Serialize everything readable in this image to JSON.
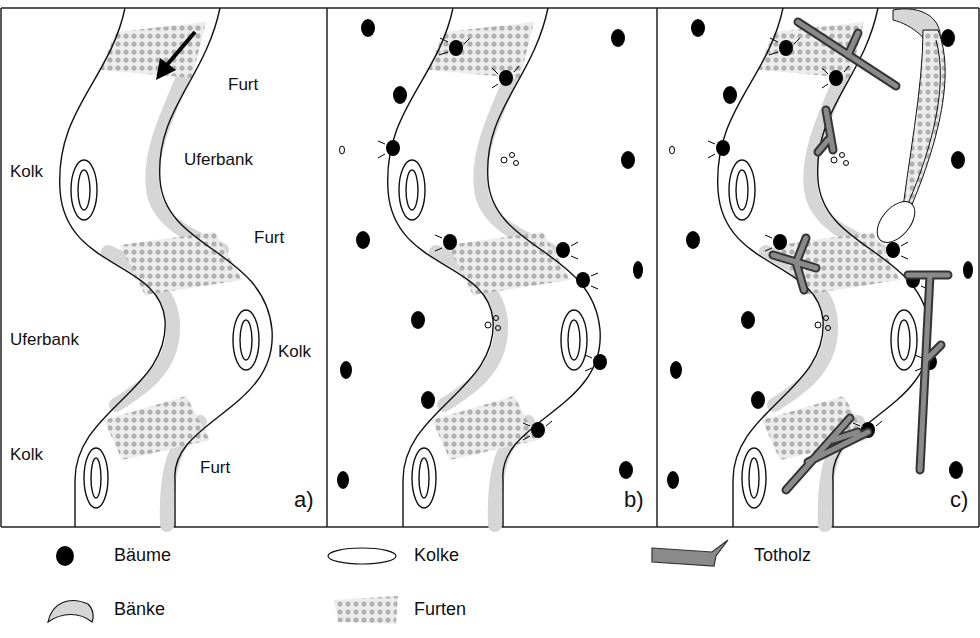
{
  "diagram": {
    "labels": [
      "Furt",
      "Kolk",
      "Uferbank",
      "Furt",
      "Uferbank",
      "Kolk",
      "Kolk",
      "Furt",
      "a)",
      "b)",
      "c)"
    ],
    "legend": [
      {
        "text": "Bäume"
      },
      {
        "text": "Kolke"
      },
      {
        "text": "Totholz"
      },
      {
        "text": "Bänke"
      },
      {
        "text": "Furten"
      }
    ]
  }
}
